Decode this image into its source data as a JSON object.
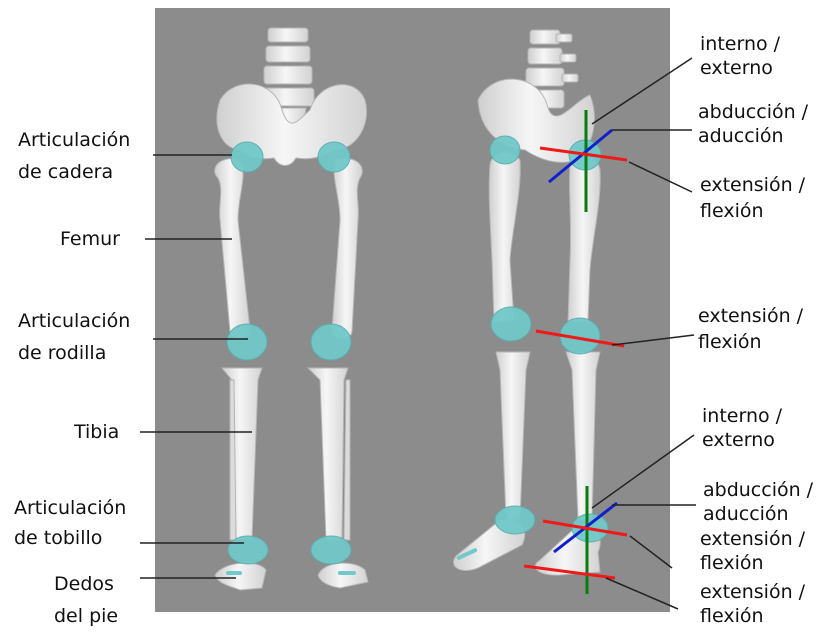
{
  "left_labels": {
    "hip_joint": [
      "Articulación",
      "de cadera"
    ],
    "femur": "Femur",
    "knee_joint": [
      "Articulación",
      "de rodilla"
    ],
    "tibia": "Tibia",
    "ankle_joint": [
      "Articulación",
      "de tobillo"
    ],
    "toes": [
      "Dedos",
      "del pie"
    ]
  },
  "right_labels": {
    "hip_rotation": [
      "interno /",
      "externo"
    ],
    "hip_abduction": [
      "abducción /",
      "aducción"
    ],
    "hip_extension": [
      "extensión /",
      "flexión"
    ],
    "knee_extension": [
      "extensión /",
      "flexión"
    ],
    "ankle_rotation": [
      "interno /",
      "externo"
    ],
    "ankle_abduction": [
      "abducción /",
      "aducción"
    ],
    "ankle_extension": [
      "extensión /",
      "flexión"
    ],
    "toe_extension": [
      "extensión /",
      "flexión"
    ]
  },
  "colors": {
    "background_panel": "#8c8c8c",
    "bone": "#ececec",
    "joint": "#72c9c9",
    "axis_rotation": "#0a7a12",
    "axis_abduction": "#1020cc",
    "axis_extension": "#ee1a1a"
  }
}
